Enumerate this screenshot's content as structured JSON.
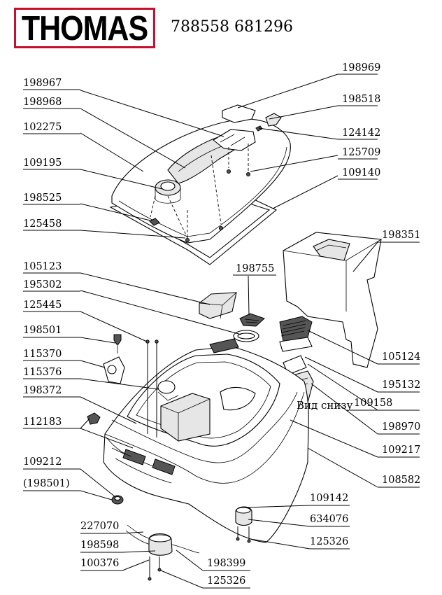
{
  "header": {
    "brand_logo_text": "THOMAS",
    "document_numbers": "788558 681296"
  },
  "annotation": "Вид снизу",
  "part_labels": [
    "198969",
    "198967",
    "198518",
    "198968",
    "124142",
    "102275",
    "125709",
    "109195",
    "109140",
    "198525",
    "125458",
    "198351",
    "198755",
    "105123",
    "195302",
    "125445",
    "198501",
    "105124",
    "115370",
    "195132",
    "115376",
    "109158",
    "198372",
    "198970",
    "112183",
    "109217",
    "109212",
    "108582",
    "(198501)",
    "109142",
    "227070",
    "634076",
    "198598",
    "125326",
    "198399",
    "100376",
    "125326"
  ],
  "colors": {
    "logo_border": "#c8102e"
  }
}
